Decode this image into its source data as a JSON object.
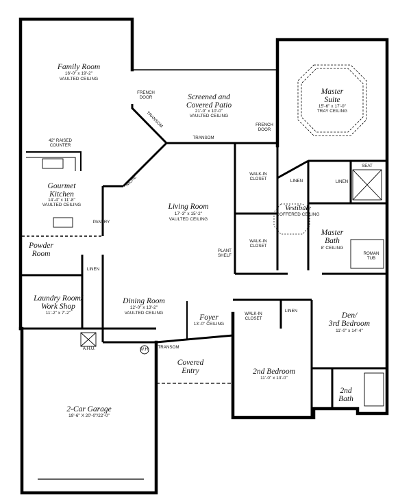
{
  "rooms": {
    "family_room": {
      "name": "Family Room",
      "dim": "16'-0\" x 19'-2\"",
      "ceiling": "VAULTED CEILING"
    },
    "screened_patio": {
      "name": "Screened and\nCovered Patio",
      "dim": "21'-0\" x 10'-0\"",
      "ceiling": "VAULTED CEILING"
    },
    "master_suite": {
      "name": "Master\nSuite",
      "dim": "15'-6\" x 17'-0\"",
      "ceiling": "TRAY CEILING"
    },
    "gourmet_kitchen": {
      "name": "Gourmet\nKitchen",
      "dim": "14'-4\" x 11'-8\"",
      "ceiling": "VAULTED CEILING"
    },
    "living_room": {
      "name": "Living Room",
      "dim": "17'-3\" x 15'-2\"",
      "ceiling": "VAULTED CEILING"
    },
    "vestibule": {
      "name": "Vestibule",
      "ceiling": "COFFERED CEILING"
    },
    "master_bath": {
      "name": "Master\nBath",
      "ceiling": "8' CEILING"
    },
    "powder_room": {
      "name": "Powder\nRoom"
    },
    "laundry": {
      "name": "Laundry Room/\nWork Shop",
      "dim": "11'-2\" x 7'-2\""
    },
    "dining_room": {
      "name": "Dining Room",
      "dim": "12'-0\" x 13'-2\"",
      "ceiling": "VAULTED CEILING"
    },
    "foyer": {
      "name": "Foyer",
      "ceiling": "13'-0\" CEILING"
    },
    "den": {
      "name": "Den/\n3rd Bedroom",
      "dim": "11'-0\" x 14'-4\""
    },
    "covered_entry": {
      "name": "Covered\nEntry"
    },
    "second_bedroom": {
      "name": "2nd Bedroom",
      "dim": "11'-0\" x 13'-0\""
    },
    "second_bath": {
      "name": "2nd\nBath"
    },
    "garage": {
      "name": "2-Car Garage",
      "dim": "19'-6\" X 20'-0\"/22'-0\""
    }
  },
  "notes": {
    "french_door_1": "FRENCH\nDOOR",
    "french_door_2": "FRENCH\nDOOR",
    "transom_diag": "TRANSOM",
    "transom_top": "TRANSOM",
    "transom_bottom": "TRANSOM",
    "raised_counter": "42\" RAISED\nCOUNTER",
    "walk_in_closet_1": "WALK-IN\nCLOSET",
    "walk_in_closet_2": "WALK-IN\nCLOSET",
    "walk_in_closet_3": "WALK-IN\nCLOSET",
    "linen_1": "LINEN",
    "linen_2": "LINEN",
    "linen_3": "LINEN",
    "linen_4": "LINEN",
    "seat": "SEAT",
    "roman_tub": "ROMAN\nTUB",
    "pantry": "PANTRY",
    "plant_shelf": "PLANT\nSHELF",
    "niche": "NICHE",
    "ahu": "A.H.U.",
    "wh": "W.H."
  }
}
